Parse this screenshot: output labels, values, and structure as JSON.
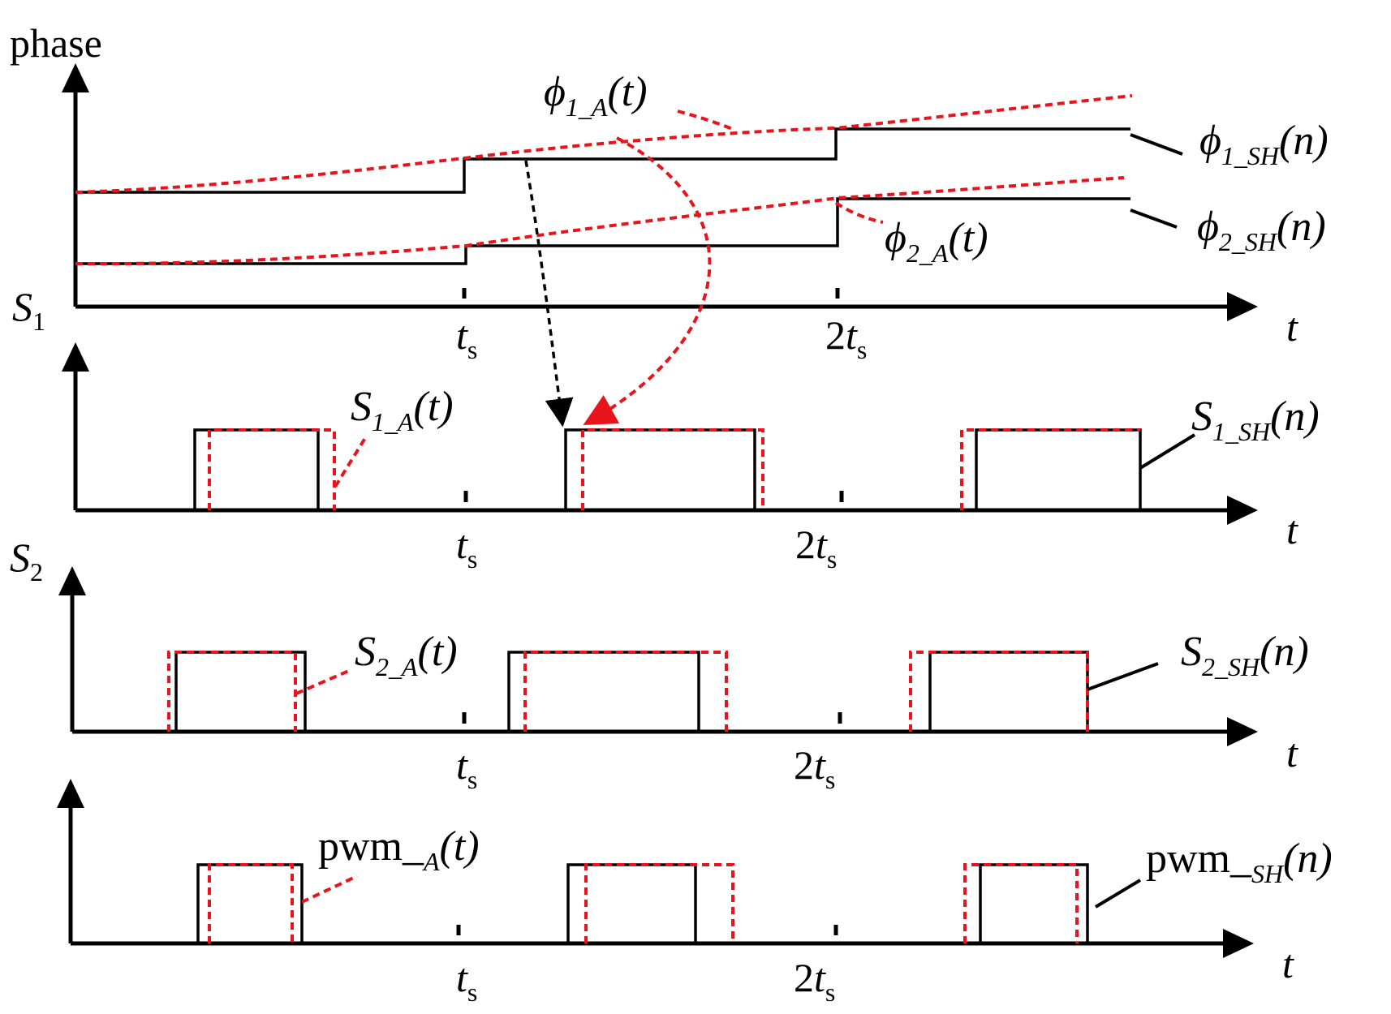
{
  "colors": {
    "sampled": "#000000",
    "analog": "#e8141b"
  },
  "panels": {
    "phase": {
      "y_label": "phase",
      "x_label": "t",
      "ticks": {
        "t1_main": "t",
        "t1_sub": "s",
        "t2_pre": "2",
        "t2_main": "t",
        "t2_sub": "s"
      },
      "signals": {
        "phi1_analog": {
          "sym": "ϕ",
          "sub": "1_A",
          "arg": "(t)"
        },
        "phi1_sampled": {
          "sym": "ϕ",
          "sub": "1_SH",
          "arg": "(n)"
        },
        "phi2_analog": {
          "sym": "ϕ",
          "sub": "2_A",
          "arg": "(t)"
        },
        "phi2_sampled": {
          "sym": "ϕ",
          "sub": "2_SH",
          "arg": "(n)"
        }
      }
    },
    "s1": {
      "y_label": {
        "main": "S",
        "sub": "1"
      },
      "x_label": "t",
      "ticks": {
        "t1_main": "t",
        "t1_sub": "s",
        "t2_pre": "2",
        "t2_main": "t",
        "t2_sub": "s"
      },
      "signals": {
        "analog": {
          "main": "S",
          "sub": "1_A",
          "arg": "(t)"
        },
        "sampled": {
          "main": "S",
          "sub": "1_SH",
          "arg": "(n)"
        }
      }
    },
    "s2": {
      "y_label": {
        "main": "S",
        "sub": "2"
      },
      "x_label": "t",
      "ticks": {
        "t1_main": "t",
        "t1_sub": "s",
        "t2_pre": "2",
        "t2_main": "t",
        "t2_sub": "s"
      },
      "signals": {
        "analog": {
          "main": "S",
          "sub": "2_A",
          "arg": "(t)"
        },
        "sampled": {
          "main": "S",
          "sub": "2_SH",
          "arg": "(n)"
        }
      }
    },
    "pwm": {
      "x_label": "t",
      "ticks": {
        "t1_main": "t",
        "t1_sub": "s",
        "t2_pre": "2",
        "t2_main": "t",
        "t2_sub": "s"
      },
      "signals": {
        "analog": {
          "main": "pwm_",
          "sub": "A",
          "arg": "(t)"
        },
        "sampled": {
          "main": "pwm_",
          "sub": "SH",
          "arg": "(n)"
        }
      }
    }
  }
}
